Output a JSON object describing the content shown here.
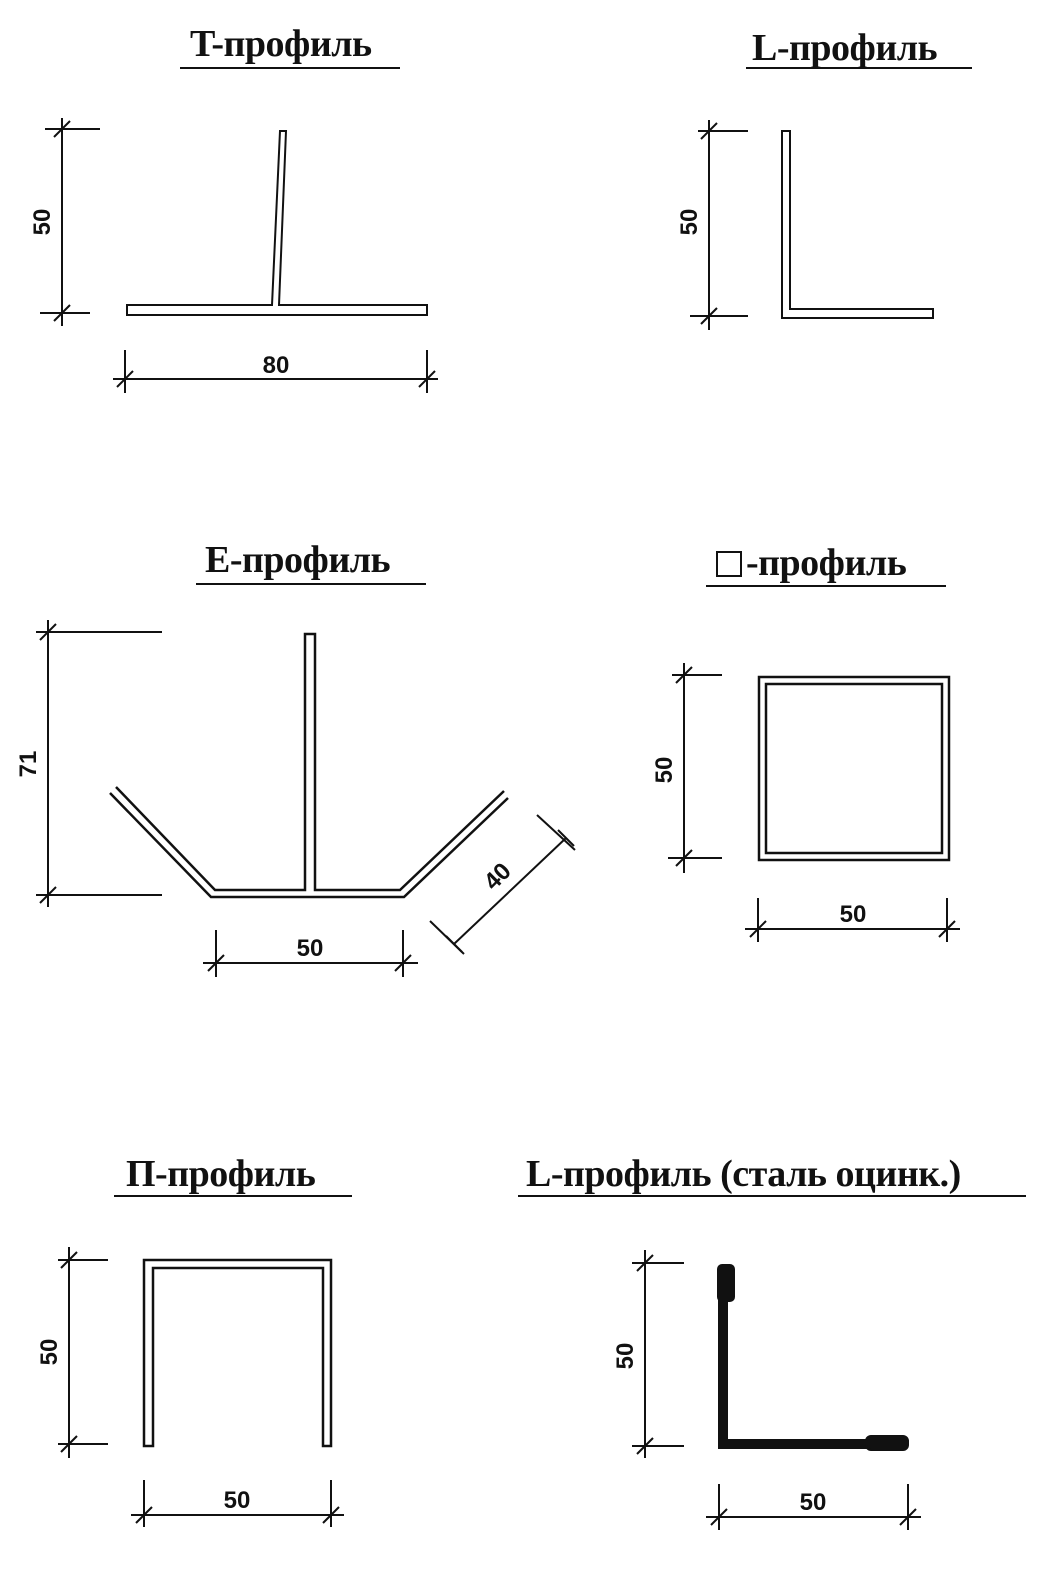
{
  "profiles": {
    "t": {
      "title": "T-профиль",
      "height": "50",
      "width": "80"
    },
    "l": {
      "title": "L-профиль",
      "height": "50"
    },
    "e": {
      "title": "E-профиль",
      "height": "71",
      "base": "50",
      "arm": "40"
    },
    "sq": {
      "title": "-профиль",
      "height": "50",
      "width": "50"
    },
    "p": {
      "title": "П-профиль",
      "height": "50",
      "width": "50"
    },
    "lz": {
      "title": "L-профиль (сталь оцинк.)",
      "height": "50",
      "width": "50"
    }
  },
  "colors": {
    "ink": "#111111",
    "paper": "#ffffff"
  }
}
